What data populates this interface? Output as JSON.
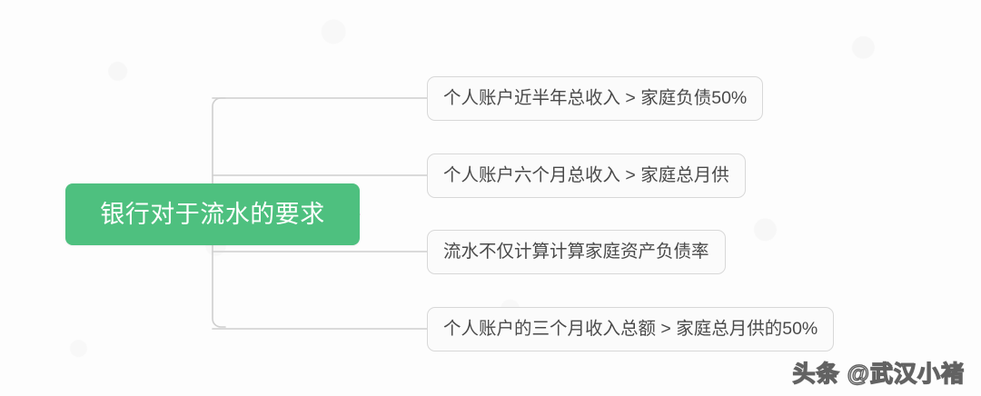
{
  "diagram": {
    "type": "mindmap",
    "root": {
      "label": "银行对于流水的要求",
      "color": "#4ec07f",
      "text_color": "#ffffff"
    },
    "branches": [
      {
        "label": "个人账户近半年总收入 > 家庭负债50%"
      },
      {
        "label": "个人账户六个月总收入 > 家庭总月供"
      },
      {
        "label": "流水不仅计算计算家庭资产负债率"
      },
      {
        "label": "个人账户的三个月收入总额 > 家庭总月供的50%"
      }
    ],
    "connector_color": "#cfcfcf",
    "node_border_color": "#d8d8d8",
    "node_background": "#fbfbfb",
    "canvas_background": "#fdfdfd"
  },
  "watermark": {
    "text": "头条 @武汉小褚"
  }
}
